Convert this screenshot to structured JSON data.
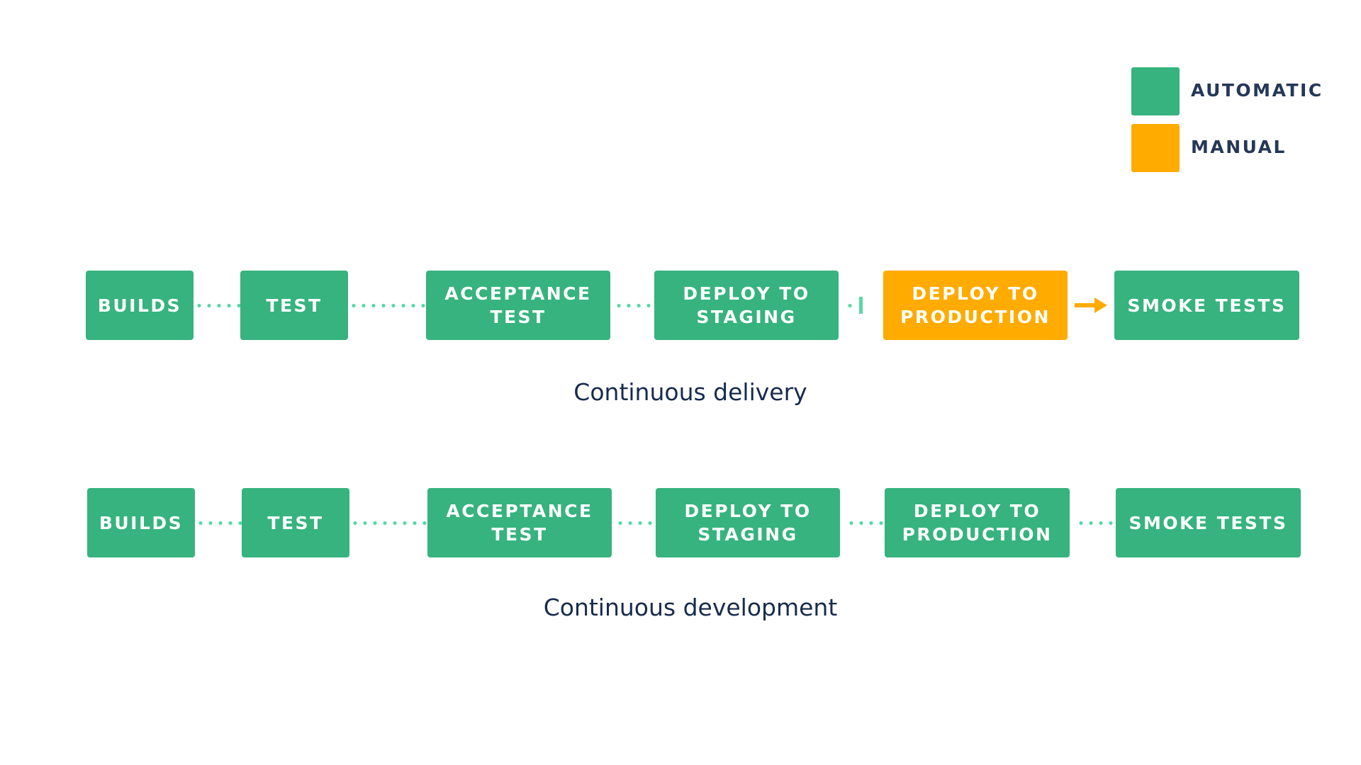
{
  "colors": {
    "automatic": "#36b37e",
    "manual": "#ffab00",
    "connector": "#57d9a3",
    "text_dark": "#172b4d"
  },
  "legend": [
    {
      "label": "AUTOMATIC",
      "kind": "automatic"
    },
    {
      "label": "MANUAL",
      "kind": "manual"
    }
  ],
  "pipelines": [
    {
      "caption": "Continuous delivery",
      "stages": [
        {
          "label": "BUILDS",
          "kind": "automatic"
        },
        {
          "label": "TEST",
          "kind": "automatic"
        },
        {
          "label": "ACCEPTANCE\nTEST",
          "kind": "automatic"
        },
        {
          "label": "DEPLOY TO\nSTAGING",
          "kind": "automatic"
        },
        {
          "label": "DEPLOY TO\nPRODUCTION",
          "kind": "manual"
        },
        {
          "label": "SMOKE TESTS",
          "kind": "automatic"
        }
      ],
      "connectors": [
        "dotted",
        "dotted",
        "dotted",
        "manual-gate",
        "arrow"
      ]
    },
    {
      "caption": "Continuous development",
      "stages": [
        {
          "label": "BUILDS",
          "kind": "automatic"
        },
        {
          "label": "TEST",
          "kind": "automatic"
        },
        {
          "label": "ACCEPTANCE\nTEST",
          "kind": "automatic"
        },
        {
          "label": "DEPLOY TO\nSTAGING",
          "kind": "automatic"
        },
        {
          "label": "DEPLOY TO\nPRODUCTION",
          "kind": "automatic"
        },
        {
          "label": "SMOKE TESTS",
          "kind": "automatic"
        }
      ],
      "connectors": [
        "dotted",
        "dotted",
        "dotted",
        "dotted",
        "dotted"
      ]
    }
  ]
}
